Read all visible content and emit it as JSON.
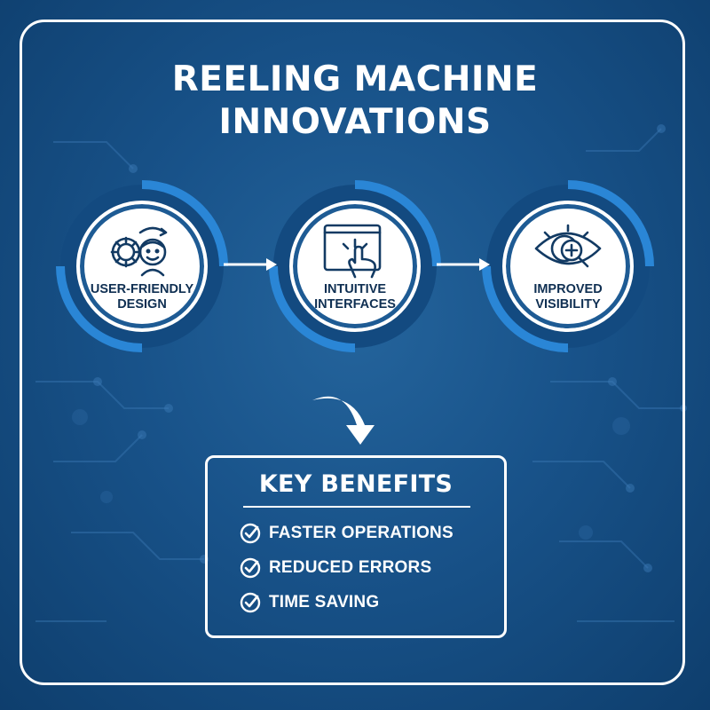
{
  "title": {
    "line1": "REELING MACHINE",
    "line2": "INNOVATIONS"
  },
  "steps": [
    {
      "label_line1": "USER-FRIENDLY",
      "label_line2": "DESIGN",
      "icon": "gear-person-icon"
    },
    {
      "label_line1": "INTUITIVE",
      "label_line2": "INTERFACES",
      "icon": "touchscreen-icon"
    },
    {
      "label_line1": "IMPROVED",
      "label_line2": "VISIBILITY",
      "icon": "eye-magnifier-icon"
    }
  ],
  "benefits": {
    "title": "KEY BENEFITS",
    "items": [
      "FASTER OPERATIONS",
      "REDUCED ERRORS",
      "TIME SAVING"
    ]
  },
  "colors": {
    "background": "#185289",
    "ring": "#2a7fcf",
    "ring_dark": "#134a80",
    "text_light": "#ffffff",
    "text_dark": "#0f2f52"
  }
}
